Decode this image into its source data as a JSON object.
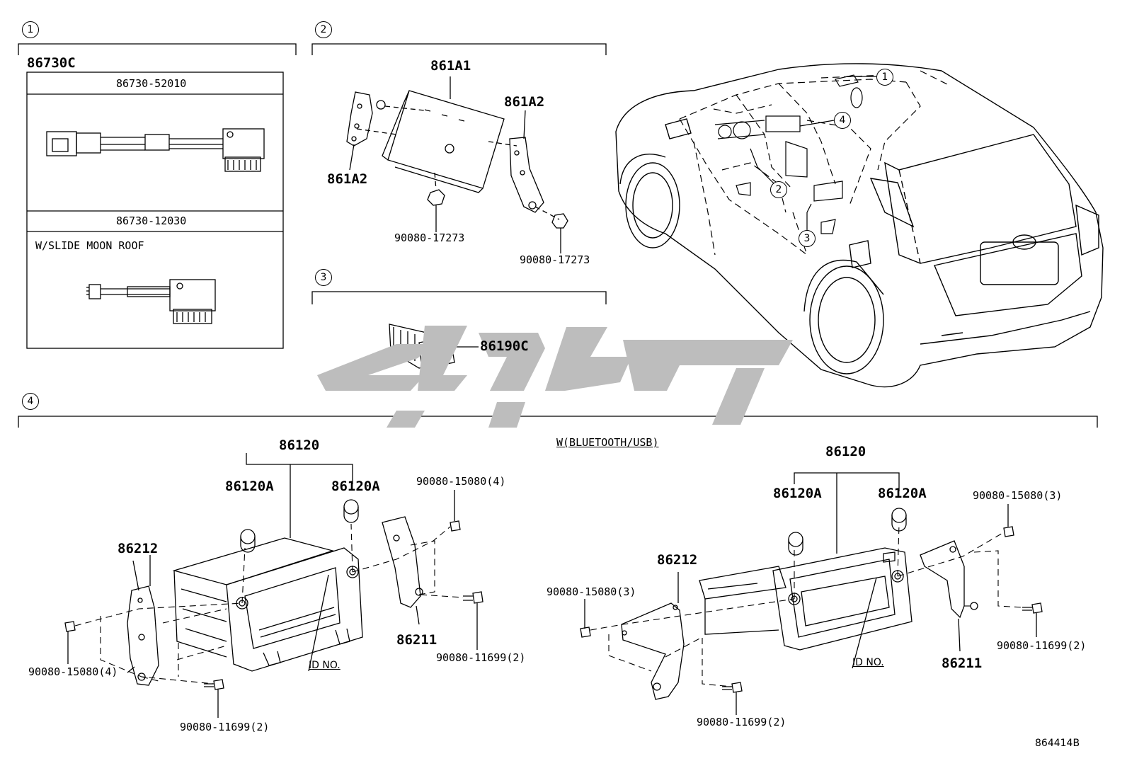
{
  "sections": {
    "s1": {
      "marker": "1",
      "group_part": "86730C",
      "rows": [
        {
          "part": "86730-52010",
          "note": ""
        },
        {
          "part": "86730-12030",
          "note": "W/SLIDE MOON ROOF"
        }
      ]
    },
    "s2": {
      "marker": "2",
      "parts": {
        "module": "861A1",
        "bracket_right": "861A2",
        "bracket_left": "861A2",
        "nut_left": "90080-17273",
        "nut_right": "90080-17273"
      }
    },
    "s3": {
      "marker": "3",
      "parts": {
        "switch": "86190C"
      }
    },
    "s4": {
      "marker": "4",
      "left": {
        "radio": "86120",
        "knob_left": "86120A",
        "knob_right": "86120A",
        "bracket_left": "86212",
        "bracket_right": "86211",
        "screw_top": "90080-15080(4)",
        "screw_left": "90080-15080(4)",
        "bolt_right": "90080-11699(2)",
        "bolt_bottom": "90080-11699(2)",
        "id_no": "ID NO."
      },
      "right": {
        "variant": "W(BLUETOOTH/USB)",
        "radio": "86120",
        "knob_left": "86120A",
        "knob_right": "86120A",
        "bracket_left": "86212",
        "bracket_right": "86211",
        "screw_top": "90080-15080(3)",
        "screw_left": "90080-15080(3)",
        "bolt_right": "90080-11699(2)",
        "bolt_bottom": "90080-11699(2)",
        "id_no": "ID NO."
      }
    }
  },
  "vehicle": {
    "callouts": [
      "1",
      "2",
      "3",
      "4"
    ]
  },
  "diagram_code": "864414B",
  "colors": {
    "line": "#000000",
    "watermark": "#bdbdbd",
    "background": "#ffffff"
  }
}
